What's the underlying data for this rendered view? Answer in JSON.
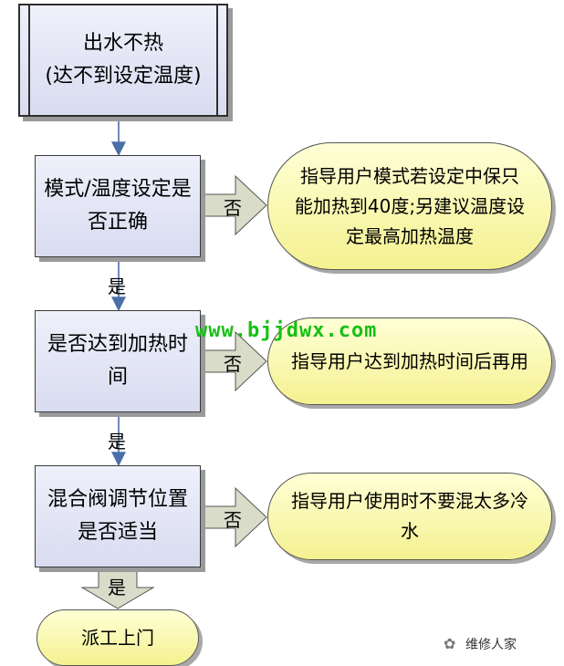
{
  "nodes": {
    "start": [
      "出水不热",
      "(达不到设定温度)"
    ],
    "q1": [
      "模式/温度设定是",
      "否正确"
    ],
    "q2": [
      "是否达到加热时",
      "间"
    ],
    "q3": [
      "混合阀调节位置",
      "是否适当"
    ],
    "a1": [
      "指导用户模式若设定中保只",
      "能加热到40度;另建议温度设",
      "定最高加热温度"
    ],
    "a2": [
      "指导用户达到加热时间后再用"
    ],
    "a3": [
      "指导用户使用时不要混太多冷",
      "水"
    ],
    "end": [
      "派工上门"
    ]
  },
  "edge_labels": {
    "no": "否",
    "yes": "是"
  },
  "watermark": "www.bjjdwx.com",
  "brand": "维修人家",
  "colors": {
    "process_fill": "#dde0f2",
    "terminal_fill": "#f7f4a6",
    "arrow_blue": "#4a6fa8",
    "big_arrow": "#d9dcc8"
  }
}
